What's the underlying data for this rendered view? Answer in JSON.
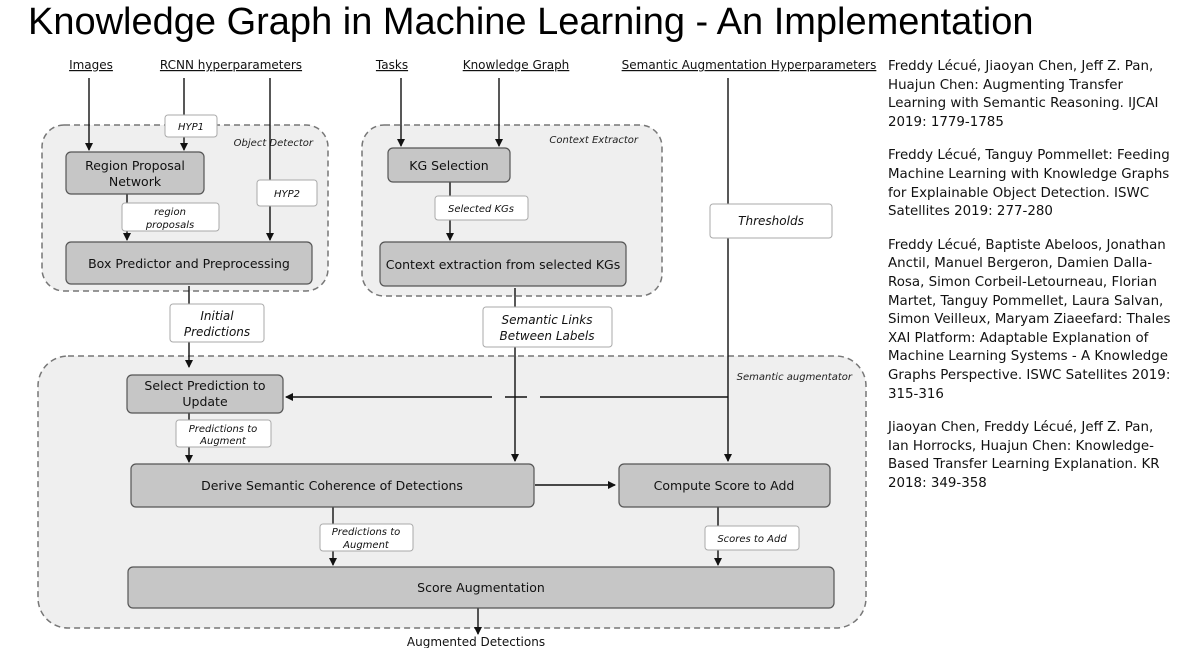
{
  "title": "Knowledge Graph in Machine Learning - An Implementation",
  "diagram": {
    "inputs": {
      "images": "Images",
      "rcnn": "RCNN hyperparameters",
      "tasks": "Tasks",
      "kg": "Knowledge Graph",
      "sah": "Semantic Augmentation Hyperparameters"
    },
    "regions": {
      "object_detector": "Object Detector",
      "context_extractor": "Context Extractor",
      "semantic_augmentator": "Semantic augmentator"
    },
    "boxes": {
      "rpn_1": "Region Proposal",
      "rpn_2": "Network",
      "box_predictor": "Box Predictor and Preprocessing",
      "kg_selection": "KG Selection",
      "context_extraction": "Context extraction from selected KGs",
      "select_pred_1": "Select Prediction to",
      "select_pred_2": "Update",
      "derive": "Derive Semantic Coherence of Detections",
      "compute": "Compute Score to Add",
      "score_aug": "Score Augmentation"
    },
    "labels": {
      "hyp1": "HYP1",
      "hyp2": "HYP2",
      "region_proposals_1": "region",
      "region_proposals_2": "proposals",
      "selected_kgs": "Selected KGs",
      "thresholds": "Thresholds",
      "initial_pred_1": "Initial",
      "initial_pred_2": "Predictions",
      "semantic_links_1": "Semantic Links",
      "semantic_links_2": "Between Labels",
      "pred_augment_a1": "Predictions to",
      "pred_augment_a2": "Augment",
      "pred_augment_b1": "Predictions to",
      "pred_augment_b2": "Augment",
      "scores_to_add": "Scores to Add"
    },
    "output": "Augmented Detections"
  },
  "references": [
    "Freddy Lécué, Jiaoyan Chen, Jeff Z. Pan, Huajun Chen: Augmenting Transfer Learning with Semantic Reasoning. IJCAI 2019: 1779-1785",
    "Freddy Lécué, Tanguy Pommellet: Feeding Machine Learning with Knowledge Graphs for Explainable Object Detection. ISWC Satellites 2019: 277-280",
    "Freddy Lécué, Baptiste Abeloos, Jonathan Anctil, Manuel Bergeron, Damien Dalla-Rosa, Simon Corbeil-Letourneau, Florian Martet, Tanguy Pommellet, Laura Salvan, Simon Veilleux, Maryam Ziaeefard: Thales XAI Platform: Adaptable Explanation of Machine Learning Systems - A Knowledge Graphs Perspective. ISWC Satellites 2019: 315-316",
    "Jiaoyan Chen, Freddy Lécué, Jeff Z. Pan, Ian Horrocks, Huajun Chen: Knowledge-Based Transfer Learning Explanation. KR 2018: 349-358"
  ]
}
